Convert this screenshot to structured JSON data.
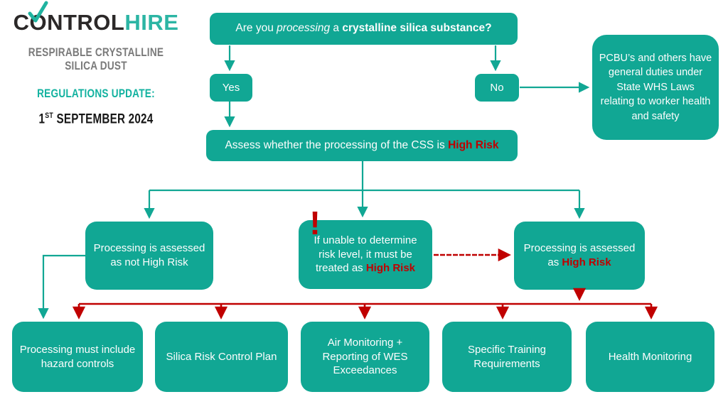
{
  "colors": {
    "teal_box": "#11a794",
    "teal_logo": "#2cb5a4",
    "red_accent": "#c00000",
    "gray_subtitle": "#7a7a7a",
    "logo_dark": "#2b2828"
  },
  "header": {
    "logo": {
      "c": "C",
      "o": "O",
      "ntrol": "NTROL",
      "hire": "HIRE"
    },
    "subtitle_line1": "RESPIRABLE CRYSTALLINE",
    "subtitle_line2": "SILICA DUST",
    "update_label": "REGULATIONS UPDATE:",
    "date_num": "1",
    "date_sup": "ST",
    "date_rest": " SEPTEMBER 2024"
  },
  "flow": {
    "question": {
      "pre": "Are you ",
      "italic": "processing",
      "mid": " a ",
      "bold": "crystalline silica substance?"
    },
    "yes_label": "Yes",
    "no_label": "No",
    "pcbu_note": "PCBU’s and others have general duties under State WHS Laws relating to worker health and safety",
    "assess": {
      "pre": "Assess whether the processing of the CSS is ",
      "highlight": "High Risk"
    },
    "not_high_risk": "Processing is assessed as not High Risk",
    "unable": {
      "pre": "If unable to determine risk level, it must be treated as ",
      "highlight": "High Risk"
    },
    "high_risk": {
      "pre": "Processing is assessed as ",
      "highlight": "High Risk"
    },
    "warning_mark": "!",
    "outcomes": [
      "Processing must include hazard controls",
      "Silica Risk Control Plan",
      "Air Monitoring + Reporting of WES Exceedances",
      "Specific Training Requirements",
      "Health Monitoring"
    ]
  }
}
